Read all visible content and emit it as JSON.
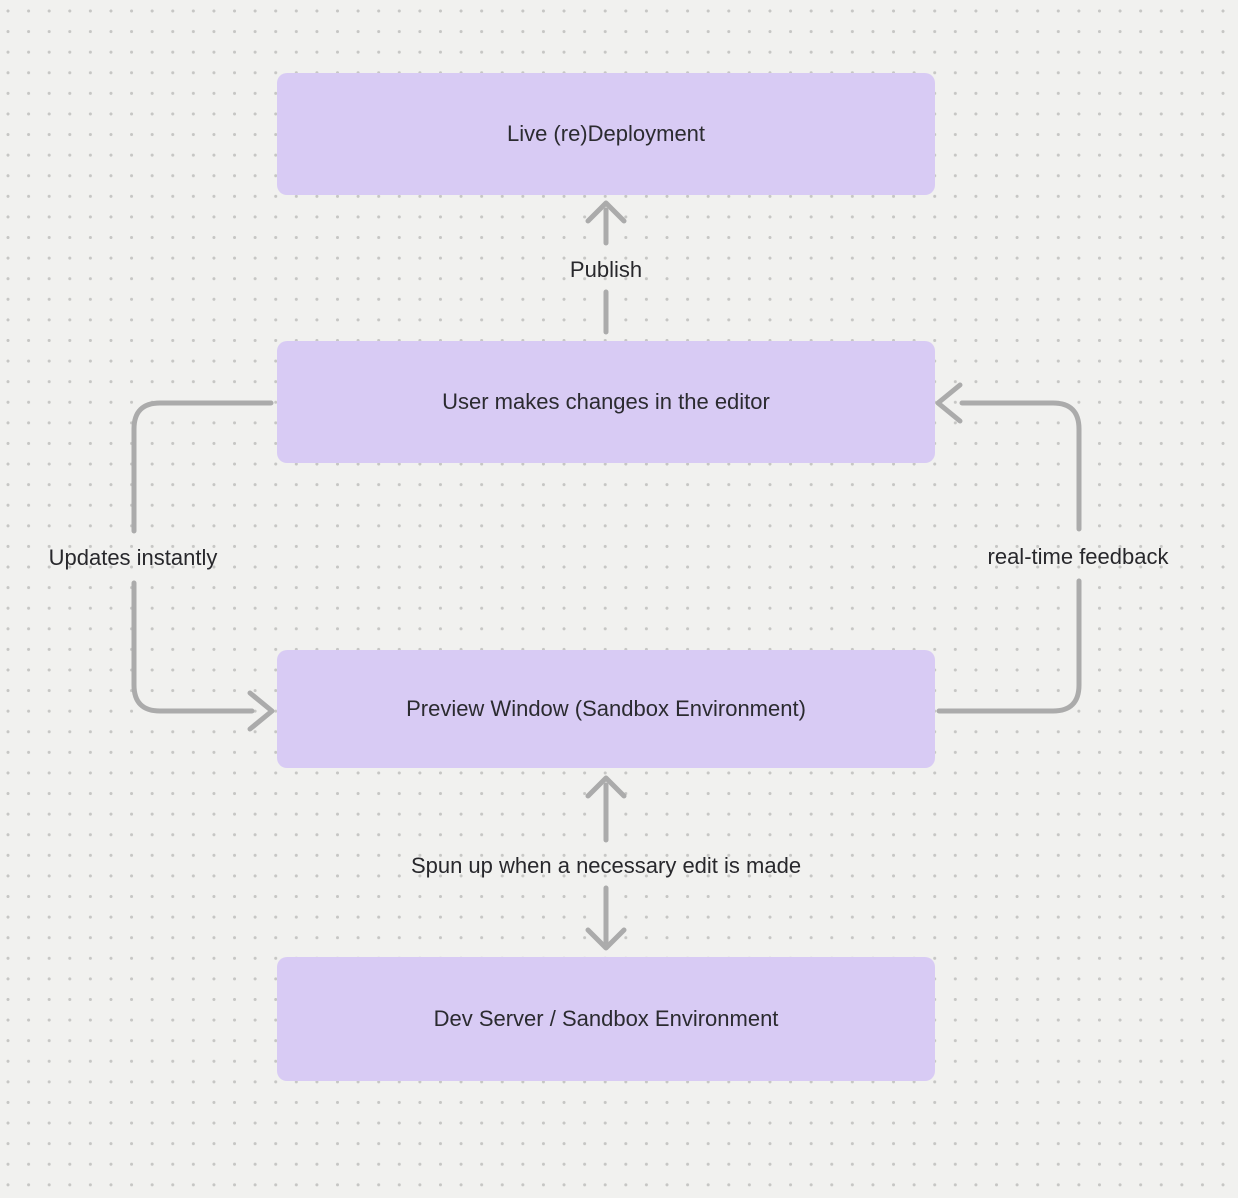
{
  "diagram": {
    "nodes": [
      {
        "id": "live-redeployment",
        "label": "Live (re)Deployment"
      },
      {
        "id": "editor-changes",
        "label": "User makes changes in the editor"
      },
      {
        "id": "preview-window",
        "label": "Preview Window (Sandbox Environment)"
      },
      {
        "id": "dev-server",
        "label": "Dev Server / Sandbox Environment"
      }
    ],
    "edges": [
      {
        "label": "Publish",
        "from": "editor-changes",
        "to": "live-redeployment",
        "direction": "up"
      },
      {
        "label": "Updates instantly",
        "from": "editor-changes",
        "to": "preview-window",
        "direction": "left-loop"
      },
      {
        "label": "real-time feedback",
        "from": "preview-window",
        "to": "editor-changes",
        "direction": "right-loop"
      },
      {
        "label": "Spun up when a necessary edit is made",
        "from": "dev-server",
        "to": "preview-window",
        "direction": "both"
      }
    ],
    "colors": {
      "background": "#f1f1ef",
      "grid_dot": "#c6c6c4",
      "node_fill": "#d8cbf4",
      "node_text": "#2b2b30",
      "arrow": "#ababab",
      "edge_label_text": "#28282c"
    }
  }
}
